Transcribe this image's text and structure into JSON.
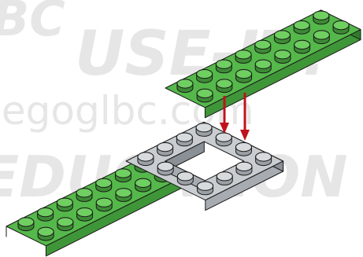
{
  "watermark": {
    "line1": "BC",
    "line2": "USE-IT!",
    "line3": "legoglbc.com",
    "line4": "EDUCATION"
  },
  "colors": {
    "green_top": "#55b84a",
    "green_side": "#2f7d2b",
    "green_front": "#3f9638",
    "green_stud": "#6fcf61",
    "green_stud_side": "#3c8a34",
    "grey_top": "#c9cdd1",
    "grey_side": "#8b9096",
    "grey_front": "#a7acb2",
    "grey_stud": "#d8dbde",
    "grey_stud_side": "#9aa0a6",
    "arrow": "#c0121a",
    "watermark": "#e6e6e6",
    "outline": "#1a1a1a"
  },
  "parts": {
    "upper_plate": "green 2x8 plate",
    "middle_plate": "grey 4x4 frame plate",
    "lower_plate": "green 2x8 plate"
  },
  "arrows": {
    "count": 2,
    "direction": "down"
  }
}
